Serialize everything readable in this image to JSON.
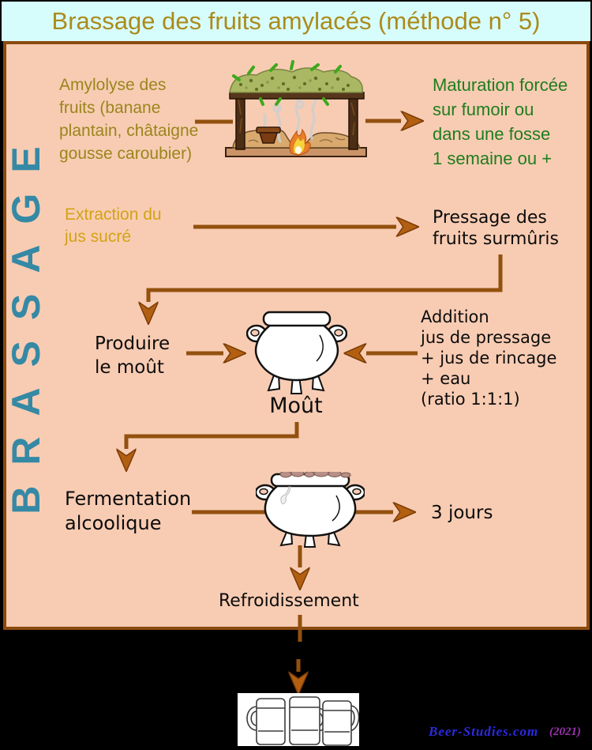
{
  "title": "Brassage des fruits amylacés (méthode n° 5)",
  "side_label": "BRASSAGE",
  "steps": {
    "amylolyse": "Amylolyse des\nfruits (banane\nplantain, châtaigne\ngousse caroubier)",
    "maturation": "Maturation forcée\nsur fumoir ou\ndans une fosse\n1 semaine ou +",
    "extraction": "Extraction du\njus sucré",
    "pressage": "Pressage des\nfruits surmûris",
    "produire": "Produire\nle moût",
    "addition": "Addition\njus de pressage\n+ jus de rincage\n+ eau\n(ratio 1:1:1)",
    "mout": "Moût",
    "fermentation": "Fermentation\nalcoolique",
    "duration": "3 jours",
    "cooling": "Refroidissement"
  },
  "credit": {
    "site": "Beer-Studies.com",
    "year": "(2021)"
  },
  "icons": {
    "hut": "smoking-hut",
    "cauldron_mout": "cauldron",
    "cauldron_fermentation": "cauldron-with-foam",
    "beer_mugs": "three-beer-mugs"
  },
  "colors": {
    "background": "#000000",
    "banner_bg": "#d7fcfc",
    "title_text": "#ab8b1b",
    "panel_bg": "#f8ccb3",
    "panel_border": "#8b4a0e",
    "arrow_shaft": "#92510e",
    "arrow_head": "#b35f12",
    "brassage_teal": "#3589a5",
    "amylolyse_olive": "#99861c",
    "extraction_gold": "#d2a315",
    "maturation_green": "#1e7d1e",
    "credit_blue": "#2a2ae0",
    "credit_purple": "#9b30b0"
  }
}
